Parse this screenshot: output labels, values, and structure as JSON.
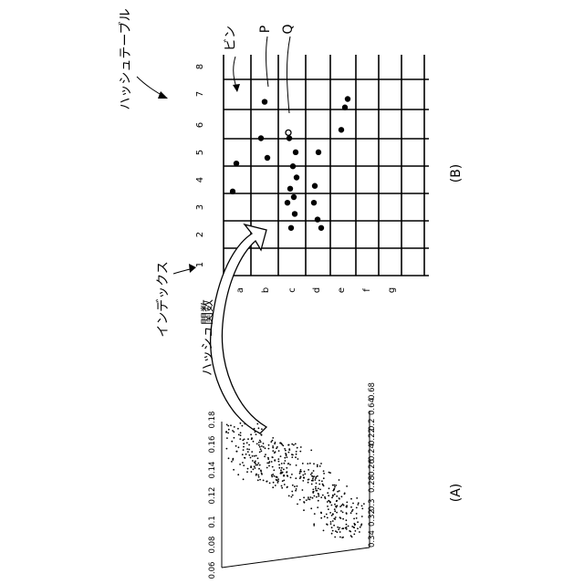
{
  "labels": {
    "hash_table": "ハッシュテーブル",
    "bin": "ビン",
    "index": "インデックス",
    "hash_function": "ハッシュ関数",
    "point_p": "P",
    "point_q": "Q",
    "panel_a": "(A)",
    "panel_b": "(B)"
  },
  "table": {
    "col_labels": [
      "1",
      "2",
      "3",
      "4",
      "5",
      "6",
      "7",
      "8"
    ],
    "row_labels": [
      "a",
      "b",
      "c",
      "d",
      "e",
      "f",
      "g"
    ],
    "points": [
      {
        "row": "a",
        "col": 4.0
      },
      {
        "row": "a",
        "col": 5.0
      },
      {
        "row": "b",
        "col": 5.2
      },
      {
        "row": "b",
        "col": 5.9
      },
      {
        "row": "b",
        "col": 7.2
      },
      {
        "row": "c",
        "col": 5.4
      },
      {
        "row": "c",
        "col": 5.9
      },
      {
        "row": "c",
        "col": 4.9
      },
      {
        "row": "c",
        "col": 4.5
      },
      {
        "row": "c",
        "col": 4.1
      },
      {
        "row": "c",
        "col": 3.8
      },
      {
        "row": "c",
        "col": 3.6
      },
      {
        "row": "c",
        "col": 2.7
      },
      {
        "row": "c",
        "col": 3.2
      },
      {
        "row": "d",
        "col": 3.6
      },
      {
        "row": "d",
        "col": 3.0
      },
      {
        "row": "d",
        "col": 2.7
      },
      {
        "row": "d",
        "col": 4.2
      },
      {
        "row": "d",
        "col": 5.4
      },
      {
        "row": "e",
        "col": 7.3
      },
      {
        "row": "e",
        "col": 6.2
      },
      {
        "row": "e",
        "col": 7.0
      }
    ],
    "point_q": {
      "row": "c",
      "col": 6.1
    }
  },
  "scatter": {
    "y_ticks": [
      "0.06",
      "0.08",
      "0.1",
      "0.12",
      "0.14",
      "0.16",
      "0.18"
    ],
    "x_ticks": [
      "0.34",
      "0.32",
      "0.3",
      "0.28",
      "0.26",
      "0.24",
      "0.22",
      "0.2",
      "0.18",
      "0.16",
      "0.14",
      "0.12"
    ],
    "x_ticks_right": [
      "0.64",
      "0.68"
    ]
  }
}
